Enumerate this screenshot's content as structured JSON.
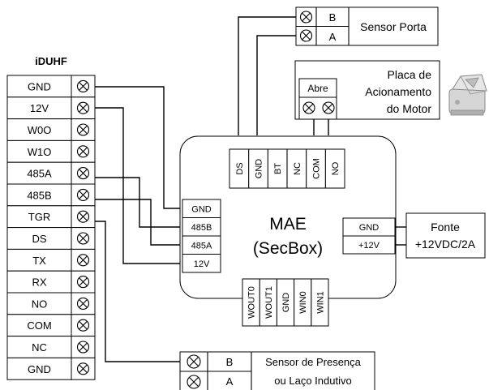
{
  "controller": {
    "title": "iDUHF",
    "terminals": [
      "GND",
      "12V",
      "W0O",
      "W1O",
      "485A",
      "485B",
      "TGR",
      "DS",
      "TX",
      "RX",
      "NO",
      "COM",
      "NC",
      "GND"
    ]
  },
  "mae": {
    "title_line1": "MAE",
    "title_line2": "(SecBox)",
    "top_pins": [
      "DS",
      "GND",
      "BT",
      "NC",
      "COM",
      "NO"
    ],
    "left_pins": [
      "GND",
      "485B",
      "485A",
      "12V"
    ],
    "right_pins": [
      "GND",
      "+12V"
    ],
    "bottom_pins": [
      "WOUT0",
      "WOUT1",
      "GND",
      "WIN0",
      "WIN1"
    ]
  },
  "sensor_porta": {
    "label": "Sensor Porta",
    "pins": [
      "B",
      "A"
    ]
  },
  "motor_board": {
    "label_lines": [
      "Placa de",
      "Acionamento",
      "do Motor"
    ],
    "abre_label": "Abre"
  },
  "power_supply": {
    "label_lines": [
      "Fonte",
      "+12VDC/2A"
    ]
  },
  "presence_sensor": {
    "label_lines": [
      "Sensor de Presença",
      "ou Laço Indutivo"
    ],
    "pins": [
      "B",
      "A"
    ]
  },
  "icons": {
    "terminal": "screw-terminal-icon",
    "motor": "gate-motor-icon"
  }
}
